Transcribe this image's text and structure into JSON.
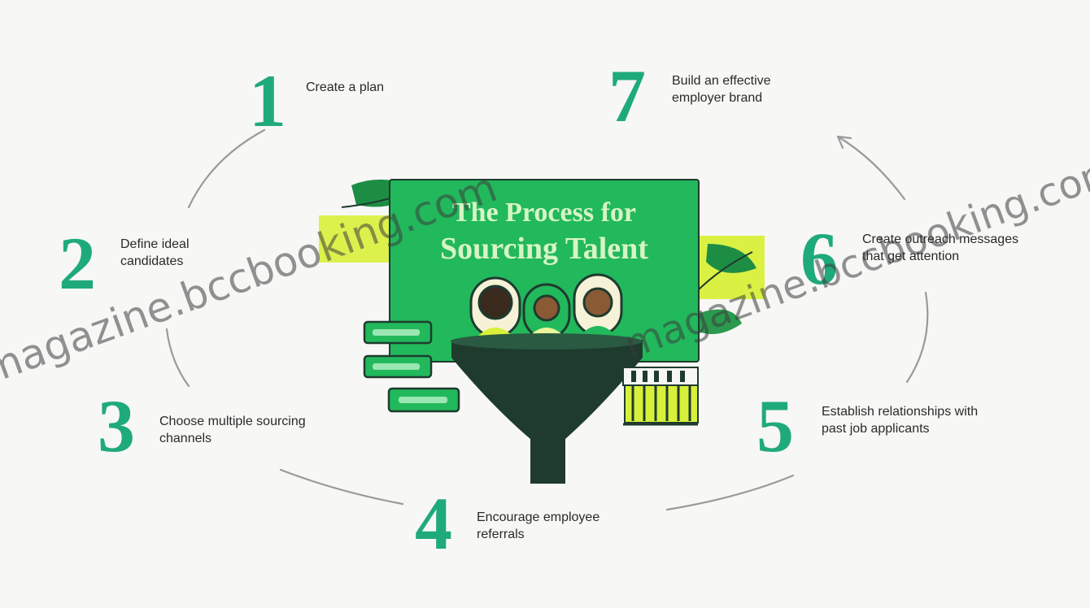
{
  "title": {
    "line1": "The Process for",
    "line2": "Sourcing Talent"
  },
  "steps": [
    {
      "number": "1",
      "label": "Create a plan"
    },
    {
      "number": "2",
      "label": "Define ideal candidates"
    },
    {
      "number": "3",
      "label": "Choose multiple sourcing channels"
    },
    {
      "number": "4",
      "label": "Encourage employee referrals"
    },
    {
      "number": "5",
      "label": "Establish relationships with past job applicants"
    },
    {
      "number": "6",
      "label": "Create outreach messages that get attention"
    },
    {
      "number": "7",
      "label": "Build an effective employer brand"
    }
  ],
  "watermark": {
    "text": "magazine.bccbooking.com"
  },
  "colors": {
    "accent": "#1faa7c",
    "card": "#22b85c",
    "funnel": "#1e3b2e",
    "title": "#d7f5c4",
    "lime": "#d8f03a"
  }
}
